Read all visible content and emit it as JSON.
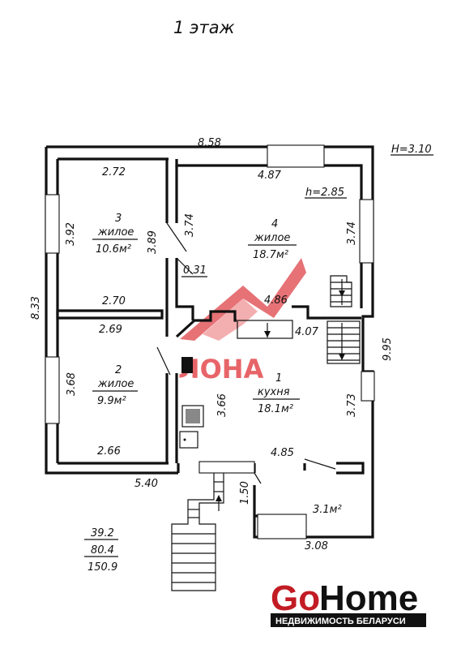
{
  "floor_title": "1 этаж",
  "ceiling_total": "H=3.10",
  "ceiling_room4": "h=2.85",
  "outer_dims": {
    "top": "8.58",
    "left": "8.33",
    "right": "9.95",
    "bottom_left": "5.40",
    "bottom_right": "3.08"
  },
  "rooms": [
    {
      "id": "3",
      "type": "жилое",
      "area": "10.6м²",
      "dims": [
        "2.72",
        "3.92",
        "3.89",
        "2.70"
      ]
    },
    {
      "id": "4",
      "type": "жилое",
      "area": "18.7м²",
      "dims": [
        "4.87",
        "3.74",
        "3.74",
        "4.86"
      ]
    },
    {
      "id": "2",
      "type": "жилое",
      "area": "9.9м²",
      "dims": [
        "2.69",
        "3.68",
        "2.66"
      ]
    },
    {
      "id": "1",
      "type": "кухня",
      "area": "18.1м²",
      "dims": [
        "3.66",
        "3.73",
        "4.85"
      ]
    }
  ],
  "extra_dims": {
    "partition": "0.31",
    "stairs": "4.07",
    "porch": "1.50"
  },
  "vestibule_area": "3.1м²",
  "area_summary": [
    "39.2",
    "80.4",
    "150.9"
  ],
  "watermark": "ЛОНА",
  "brand": {
    "go": "Go",
    "home": "Home",
    "tagline": "НЕДВИЖИМОСТЬ БЕЛАРУСИ",
    "colors": {
      "go": "#c21c24",
      "home": "#111111",
      "tagline_bg": "#111111",
      "watermark": "#d8353b"
    }
  }
}
